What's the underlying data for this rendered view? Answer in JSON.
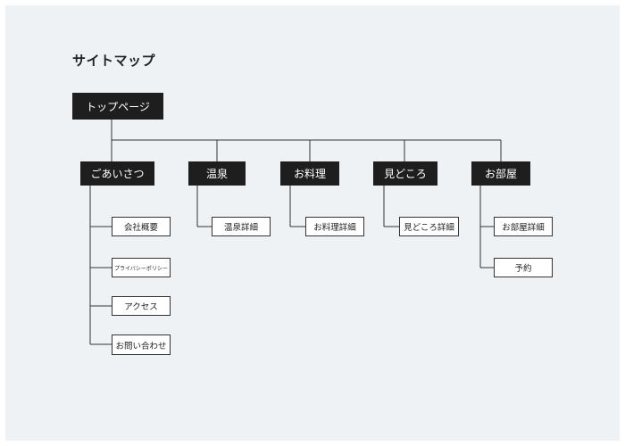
{
  "title": "サイトマップ",
  "root": "トップページ",
  "sections": [
    {
      "label": "ごあいさつ",
      "children": [
        "会社概要",
        "プライバシーポリシー",
        "アクセス",
        "お問い合わせ"
      ]
    },
    {
      "label": "温泉",
      "children": [
        "温泉詳細"
      ]
    },
    {
      "label": "お料理",
      "children": [
        "お料理詳細"
      ]
    },
    {
      "label": "見どころ",
      "children": [
        "見どころ詳細"
      ]
    },
    {
      "label": "お部屋",
      "children": [
        "お部屋詳細",
        "予約"
      ]
    }
  ],
  "colors": {
    "background": "#eff2f5",
    "dark_node": "#1f1e1e",
    "light_node": "#ffffff",
    "line": "#333333"
  }
}
